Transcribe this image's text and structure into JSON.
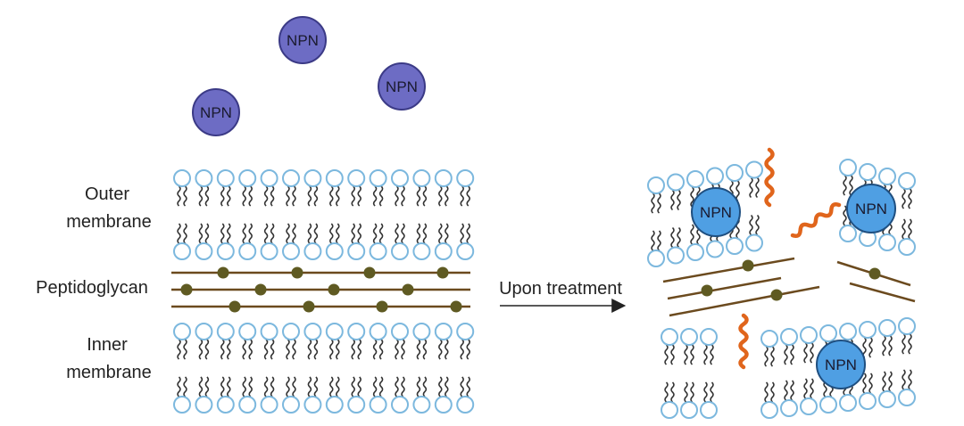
{
  "labels": {
    "outer_line1": "Outer",
    "outer_line2": "membrane",
    "peptidoglycan": "Peptidoglycan",
    "inner_line1": "Inner",
    "inner_line2": "membrane",
    "arrow": "Upon treatment"
  },
  "npn_label": "NPN",
  "colors": {
    "npn_free": "#6d6cc4",
    "npn_embedded": "#4f9fe3",
    "head_stroke": "#7cb8de",
    "tail": "#333333",
    "pg_line": "#6b4a1e",
    "pg_dot": "#5f5a22",
    "peptide": "#e0651c"
  }
}
